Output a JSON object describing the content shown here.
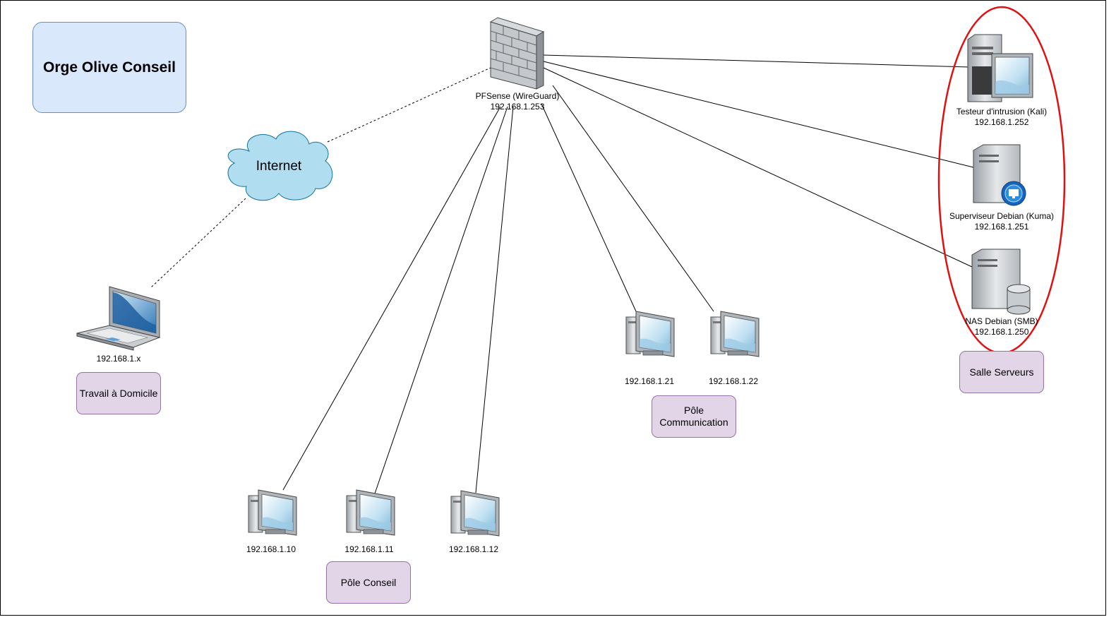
{
  "title": "Orge Olive Conseil",
  "cloud_label": "Internet",
  "firewall": {
    "name": "PFSense (WireGuard)",
    "ip": "192.168.1.253"
  },
  "remote": {
    "ip": "192.168.1.x",
    "group": "Travail à Domicile"
  },
  "servers": [
    {
      "name": "Testeur d'intrusion (Kali)",
      "ip": "192.168.1.252"
    },
    {
      "name": "Superviseur Debian (Kuma)",
      "ip": "192.168.1.251"
    },
    {
      "name": "NAS Debian (SMB)",
      "ip": "192.168.1.250"
    }
  ],
  "server_group": "Salle Serveurs",
  "communication": {
    "ips": [
      "192.168.1.21",
      "192.168.1.22"
    ],
    "group_line1": "Pôle",
    "group_line2": "Communication"
  },
  "conseil": {
    "ips": [
      "192.168.1.10",
      "192.168.1.11",
      "192.168.1.12"
    ],
    "group": "Pôle Conseil"
  },
  "colors": {
    "title_fill": "#dae8fc",
    "title_stroke": "#6c8ebf",
    "group_fill": "#e1d5e7",
    "group_stroke": "#9673a6",
    "cloud_fill": "#b1ddf0",
    "cloud_stroke": "#10739e",
    "highlight": "#e01010"
  }
}
